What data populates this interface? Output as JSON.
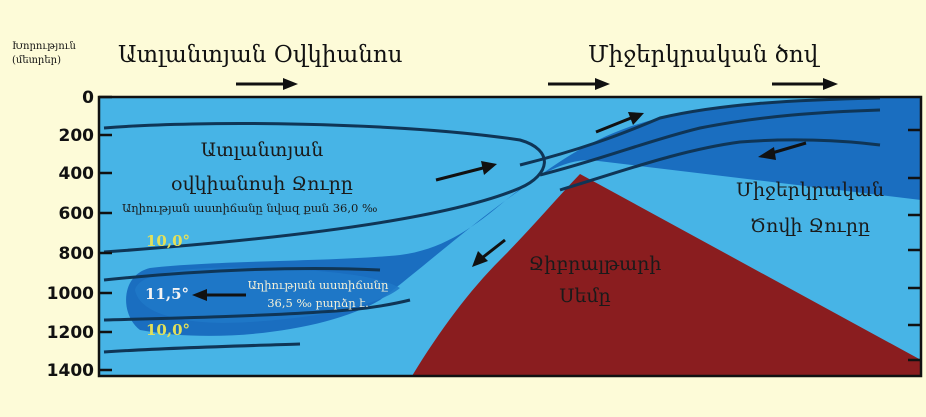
{
  "titles": {
    "atlantic_ocean": "Ատլանտյան Օվկիանոս",
    "mediterranean_sea": "Միջերկրական ծով"
  },
  "axis": {
    "label_line1": "Խորություն",
    "label_line2": "(մետրեր)",
    "ticks": [
      "0",
      "200",
      "400",
      "600",
      "800",
      "1000",
      "1200",
      "1400"
    ]
  },
  "regions": {
    "atlantic_water_line1": "Ատլանտյան",
    "atlantic_water_line2": "օվկիանոսի Ջուրը",
    "atlantic_salinity_note": "Աղիության աստիճանը նվազ քան 36,0 ‰",
    "med_water_line1": "Միջերկրական",
    "med_water_line2": "Ծովի Ջուրը",
    "gibraltar_line1": "Ջիբրալթարի",
    "gibraltar_line2": "Սեմը",
    "outflow_note_line1": "Աղիության աստիճանը",
    "outflow_note_line2": "36,5 ‰ բարձր է."
  },
  "temperatures": {
    "upper": "10,0°",
    "core": "11,5°",
    "lower": "10,0°"
  },
  "colors": {
    "background": "#fdfbd8",
    "atlantic_water": "#47b4e6",
    "mediterranean_water": "#1a6ec0",
    "sill": "#8a1d1f",
    "temp_highlight": "#e2e05a",
    "core_temp": "#f4f4f4"
  }
}
